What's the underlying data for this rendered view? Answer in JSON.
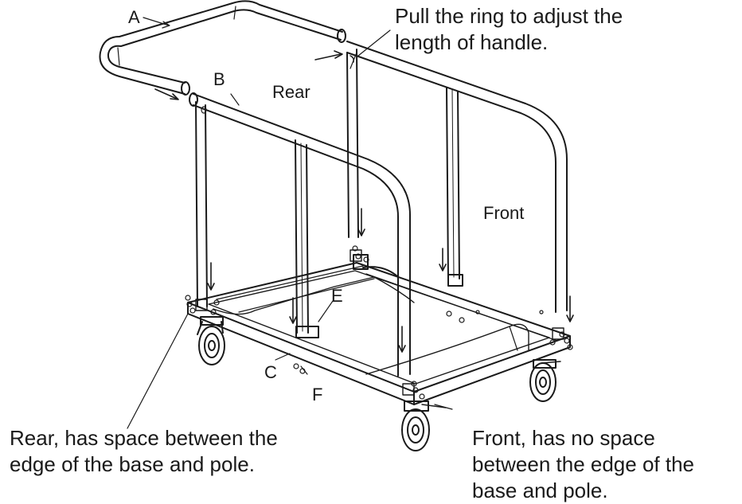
{
  "labels": {
    "a": "A",
    "b": "B",
    "c": "C",
    "e": "E",
    "f": "F",
    "rear": "Rear",
    "front": "Front"
  },
  "notes": {
    "ring": "Pull the ring to adjust the\nlength of handle.",
    "rear_space": "Rear, has space between the\nedge of the base and pole.",
    "front_space": "Front, has no space\nbetween the edge of the\nbase and pole."
  }
}
